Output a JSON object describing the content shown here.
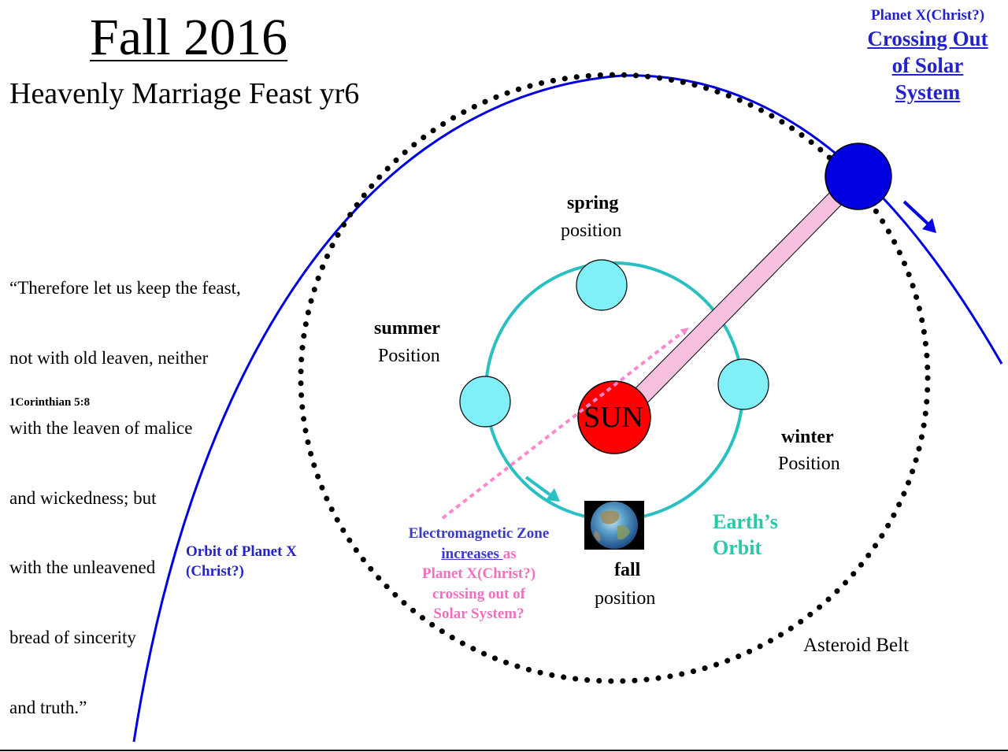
{
  "title": "Fall 2016",
  "subtitle": "Heavenly Marriage Feast yr6",
  "quote": {
    "lines": [
      "“Therefore let us keep the feast,",
      "not with old leaven, neither",
      "with the leaven of malice",
      "and wickedness; but",
      "with the unleavened",
      "bread of sincerity",
      "and truth.”"
    ],
    "citation": "1Corinthian 5:8"
  },
  "planet_x_label": {
    "line1": "Planet X(Christ?)",
    "line2": "Crossing Out",
    "line3": "of Solar",
    "line4": "System"
  },
  "seasons": {
    "spring": {
      "name": "spring",
      "word": "position"
    },
    "summer": {
      "name": "summer",
      "word": "Position"
    },
    "winter": {
      "name": "winter",
      "word": "Position"
    },
    "fall": {
      "name": "fall",
      "word": "position"
    }
  },
  "sun_label": "SUN",
  "orbit_planet_x": {
    "line1": "Orbit of Planet X",
    "line2": "(Christ?)"
  },
  "earths_orbit": {
    "line1": "Earth’s",
    "line2": "Orbit"
  },
  "asteroid_belt": "Asteroid Belt",
  "em_zone": {
    "line1": "Electromagnetic Zone",
    "line2_a": "increases ",
    "line2_b": "as",
    "line3": "Planet X(Christ?)",
    "line4": "crossing out of",
    "line5": "Solar System?"
  },
  "colors": {
    "planet_x_orbit": "#0000e0",
    "planet_x": "#0000e0",
    "earth_orbit": "#28c0c0",
    "season_earth": "#80f0f8",
    "sun": "#ff0000",
    "em_zone": "#ff88cc",
    "pink_beam": "#f8c0e0",
    "label_blue": "#2323c8",
    "label_teal": "#28c8a8",
    "label_pink": "#f070c0"
  },
  "icons": {
    "earth": "earth-globe-icon",
    "arrow_planet_x": "arrow-down-right-icon",
    "arrow_earth": "arrow-down-right-icon"
  }
}
